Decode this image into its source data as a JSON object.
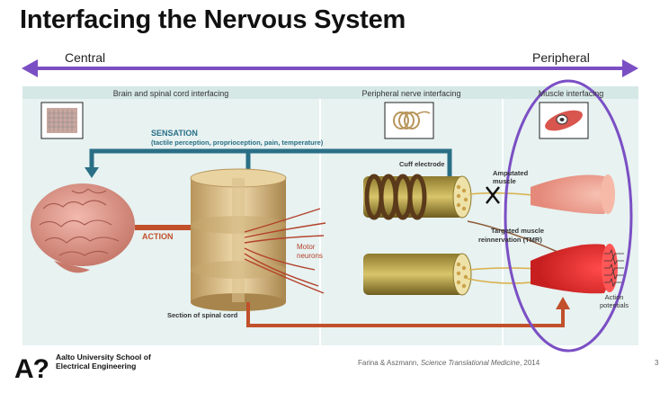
{
  "title": "Interfacing the Nervous System",
  "axis": {
    "left_label": "Central",
    "right_label": "Peripheral",
    "arrow_color": "#7b4fc4"
  },
  "figure": {
    "panels": [
      {
        "label": "Brain and spinal cord interfacing"
      },
      {
        "label": "Peripheral nerve interfacing"
      },
      {
        "label": "Muscle interfacing"
      }
    ],
    "sensation": {
      "title": "SENSATION",
      "subtitle": "(tactile perception, proprioception, pain, temperature)"
    },
    "action_label": "ACTION",
    "motor_neurons_label": "Motor neurons",
    "spinal_cord_label": "Section of spinal cord",
    "cuff_electrode_label": "Cuff electrode",
    "amputated_muscle_label": "Amputated muscle",
    "tmr_label_line1": "Targeted muscle",
    "tmr_label_line2": "reinnervation (TMR)",
    "action_potentials_label": "Action potentials",
    "sensation_color": "#2a6f86",
    "action_color": "#c1502b",
    "highlight_ellipse_color": "#7b4fc4"
  },
  "footer": {
    "logo": "A?",
    "university": "Aalto University School of Electrical Engineering",
    "citation_authors": "Farina & Aszmann, ",
    "citation_journal": "Science Translational Medicine",
    "citation_year": ", 2014",
    "page": "3"
  }
}
